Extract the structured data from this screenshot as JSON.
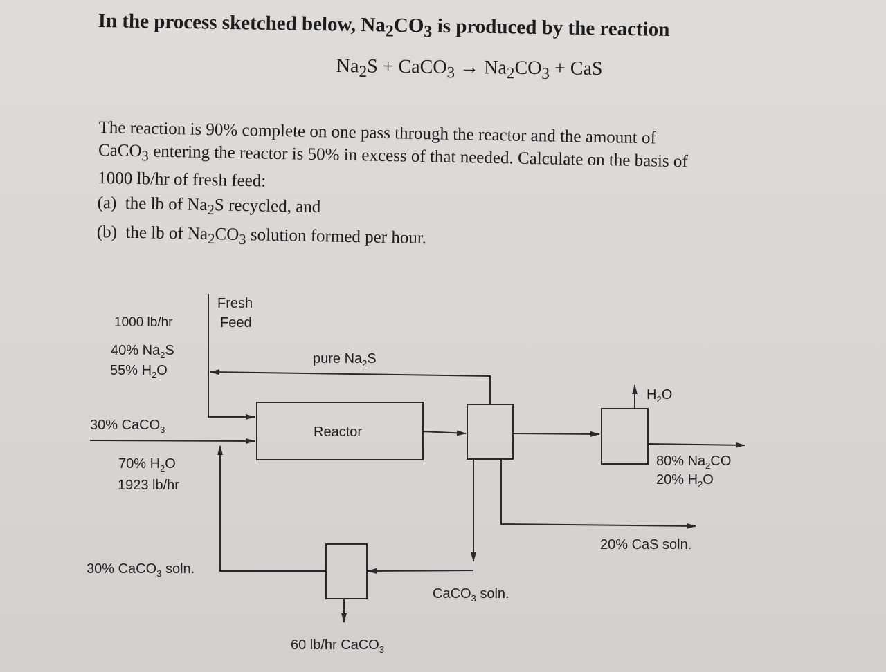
{
  "problem": {
    "intro": "In the process sketched below, Na2CO3 is produced by the reaction",
    "equation": "Na2S + CaCO3 → Na2CO3 + CaS",
    "line1": "The reaction is 90% complete on one pass through the reactor and the amount of",
    "line2": "CaCO3 entering the reactor is 50% in excess of that needed. Calculate on the basis of",
    "line3": "1000 lb/hr of fresh feed:",
    "part_a": "(a) the lb of Na2S recycled, and",
    "part_b": "(b) the lb of Na2CO3 solution formed per hour."
  },
  "diagram": {
    "fresh_feed_line1": "Fresh",
    "fresh_feed_line2": "Feed",
    "feed_rate": "1000 lb/hr",
    "feed_na2s": "40% Na2S",
    "feed_h2o": "55% H2O",
    "recycle_label": "pure Na2S",
    "reactor_label": "Reactor",
    "caco3_feed": "30% CaCO3",
    "caco3_h2o": "70% H2O",
    "caco3_rate": "1923 lb/hr",
    "recycle_caco3": "30% CaCO3 soln.",
    "caco3_soln": "CaCO3 soln.",
    "caco3_out": "60 lb/hr CaCO3",
    "water_out": "H2O",
    "product_na2co": "80% Na2CO",
    "product_h2o": "20% H2O",
    "cas_soln": "20% CaS soln."
  }
}
